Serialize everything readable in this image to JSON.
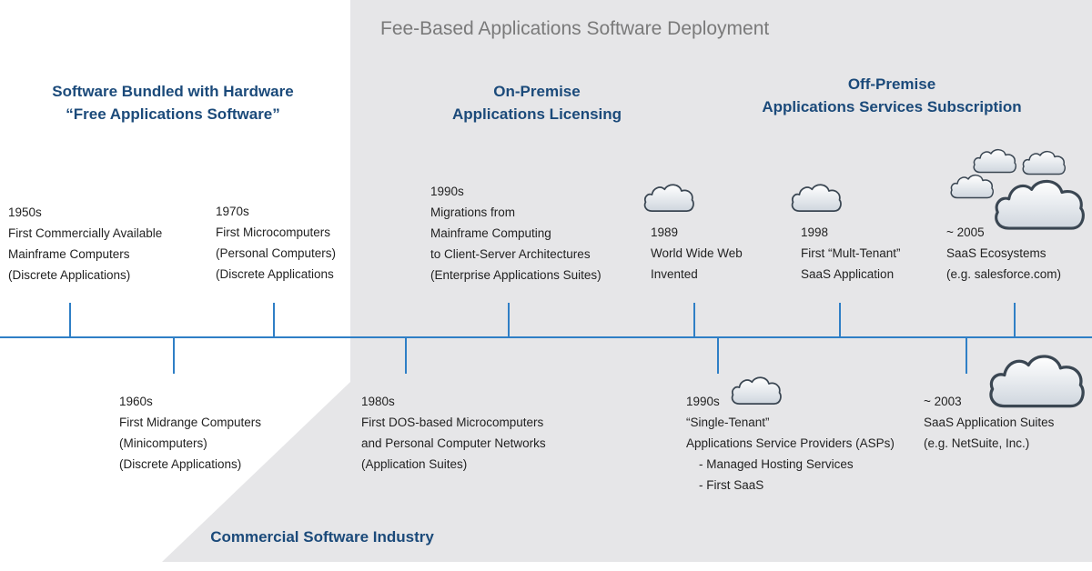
{
  "banner": "Fee-Based Applications Software Deployment",
  "headings": {
    "bundled": [
      "Software Bundled with Hardware",
      "“Free  Applications Software”"
    ],
    "on_premise": [
      "On-Premise",
      "Applications Licensing"
    ],
    "off_premise": [
      "Off-Premise",
      "Applications Services Subscription"
    ],
    "commercial": [
      "Commercial Software Industry"
    ]
  },
  "events_above": [
    [
      "1950s",
      "First Commercially Available",
      "Mainframe  Computers",
      "(Discrete Applications)"
    ],
    [
      "1970s",
      "First Microcomputers",
      "(Personal Computers)",
      " (Discrete Applications"
    ],
    [
      "1990s",
      "Migrations from",
      "Mainframe Computing",
      "to Client-Server Architectures",
      "(Enterprise  Applications Suites)"
    ],
    [
      "1989",
      "World Wide Web",
      "Invented"
    ],
    [
      "1998",
      "First “Mult-Tenant”",
      "SaaS  Application"
    ],
    [
      "~ 2005",
      "SaaS Ecosystems",
      "(e.g. salesforce.com)"
    ]
  ],
  "events_below": [
    [
      "1960s",
      "First Midrange Computers",
      "(Minicomputers)",
      "(Discrete Applications)"
    ],
    [
      "1980s",
      "First DOS-based Microcomputers",
      "and Personal Computer Networks",
      "(Application Suites)"
    ],
    [
      "1990s",
      "“Single-Tenant”",
      "Applications Service Providers (ASPs)",
      "-  Managed Hosting Services",
      "-  First SaaS"
    ],
    [
      "~ 2003",
      "SaaS  Application Suites",
      "(e.g. NetSuite, Inc.)"
    ]
  ],
  "colors": {
    "heading": "#1b4a7a",
    "timeline": "#2f7fc6",
    "panel": "#e6e6e8",
    "banner_text": "#7a7a7a"
  },
  "icons": [
    "cloud-icon"
  ]
}
